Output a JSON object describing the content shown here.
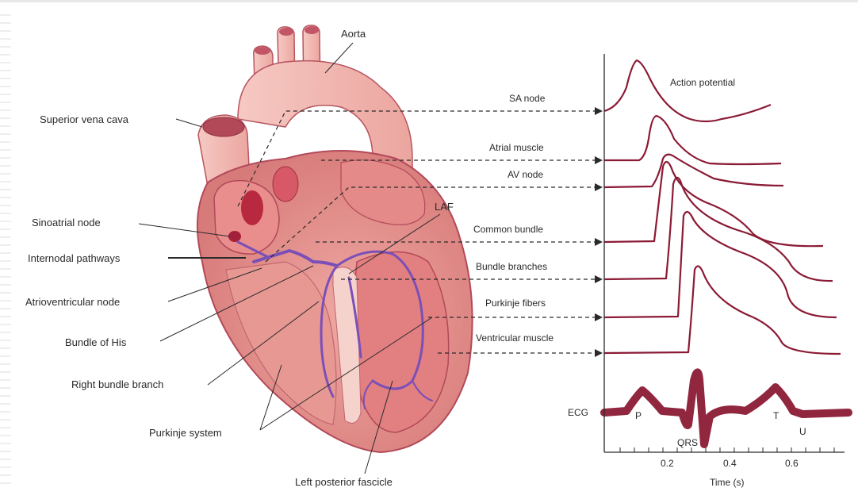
{
  "labels": {
    "aorta": "Aorta",
    "superior_vena_cava": "Superior vena cava",
    "sinoatrial_node": "Sinoatrial node",
    "internodal_pathways": "Internodal pathways",
    "atrioventricular_node": "Atrioventricular node",
    "bundle_of_his": "Bundle of His",
    "right_bundle_branch": "Right bundle branch",
    "purkinje_system": "Purkinje system",
    "left_posterior_fascicle": "Left posterior fascicle",
    "laf": "LAF"
  },
  "traces": {
    "action_potential": "Action potential",
    "sa_node": "SA node",
    "atrial_muscle": "Atrial muscle",
    "av_node": "AV node",
    "common_bundle": "Common bundle",
    "bundle_branches": "Bundle branches",
    "purkinje_fibers": "Purkinje fibers",
    "ventricular_muscle": "Ventricular muscle"
  },
  "ecg": {
    "label": "ECG",
    "p": "P",
    "qrs": "QRS",
    "t": "T",
    "u": "U"
  },
  "axis": {
    "xlabel": "Time (s)",
    "ticks": [
      "0.2",
      "0.4",
      "0.6"
    ]
  },
  "colors": {
    "trace": "#8b1a35",
    "heart_light": "#f5c4c0",
    "heart_mid": "#e8958f",
    "heart_dark": "#b84a55",
    "conduction": "#7a4fb8"
  }
}
